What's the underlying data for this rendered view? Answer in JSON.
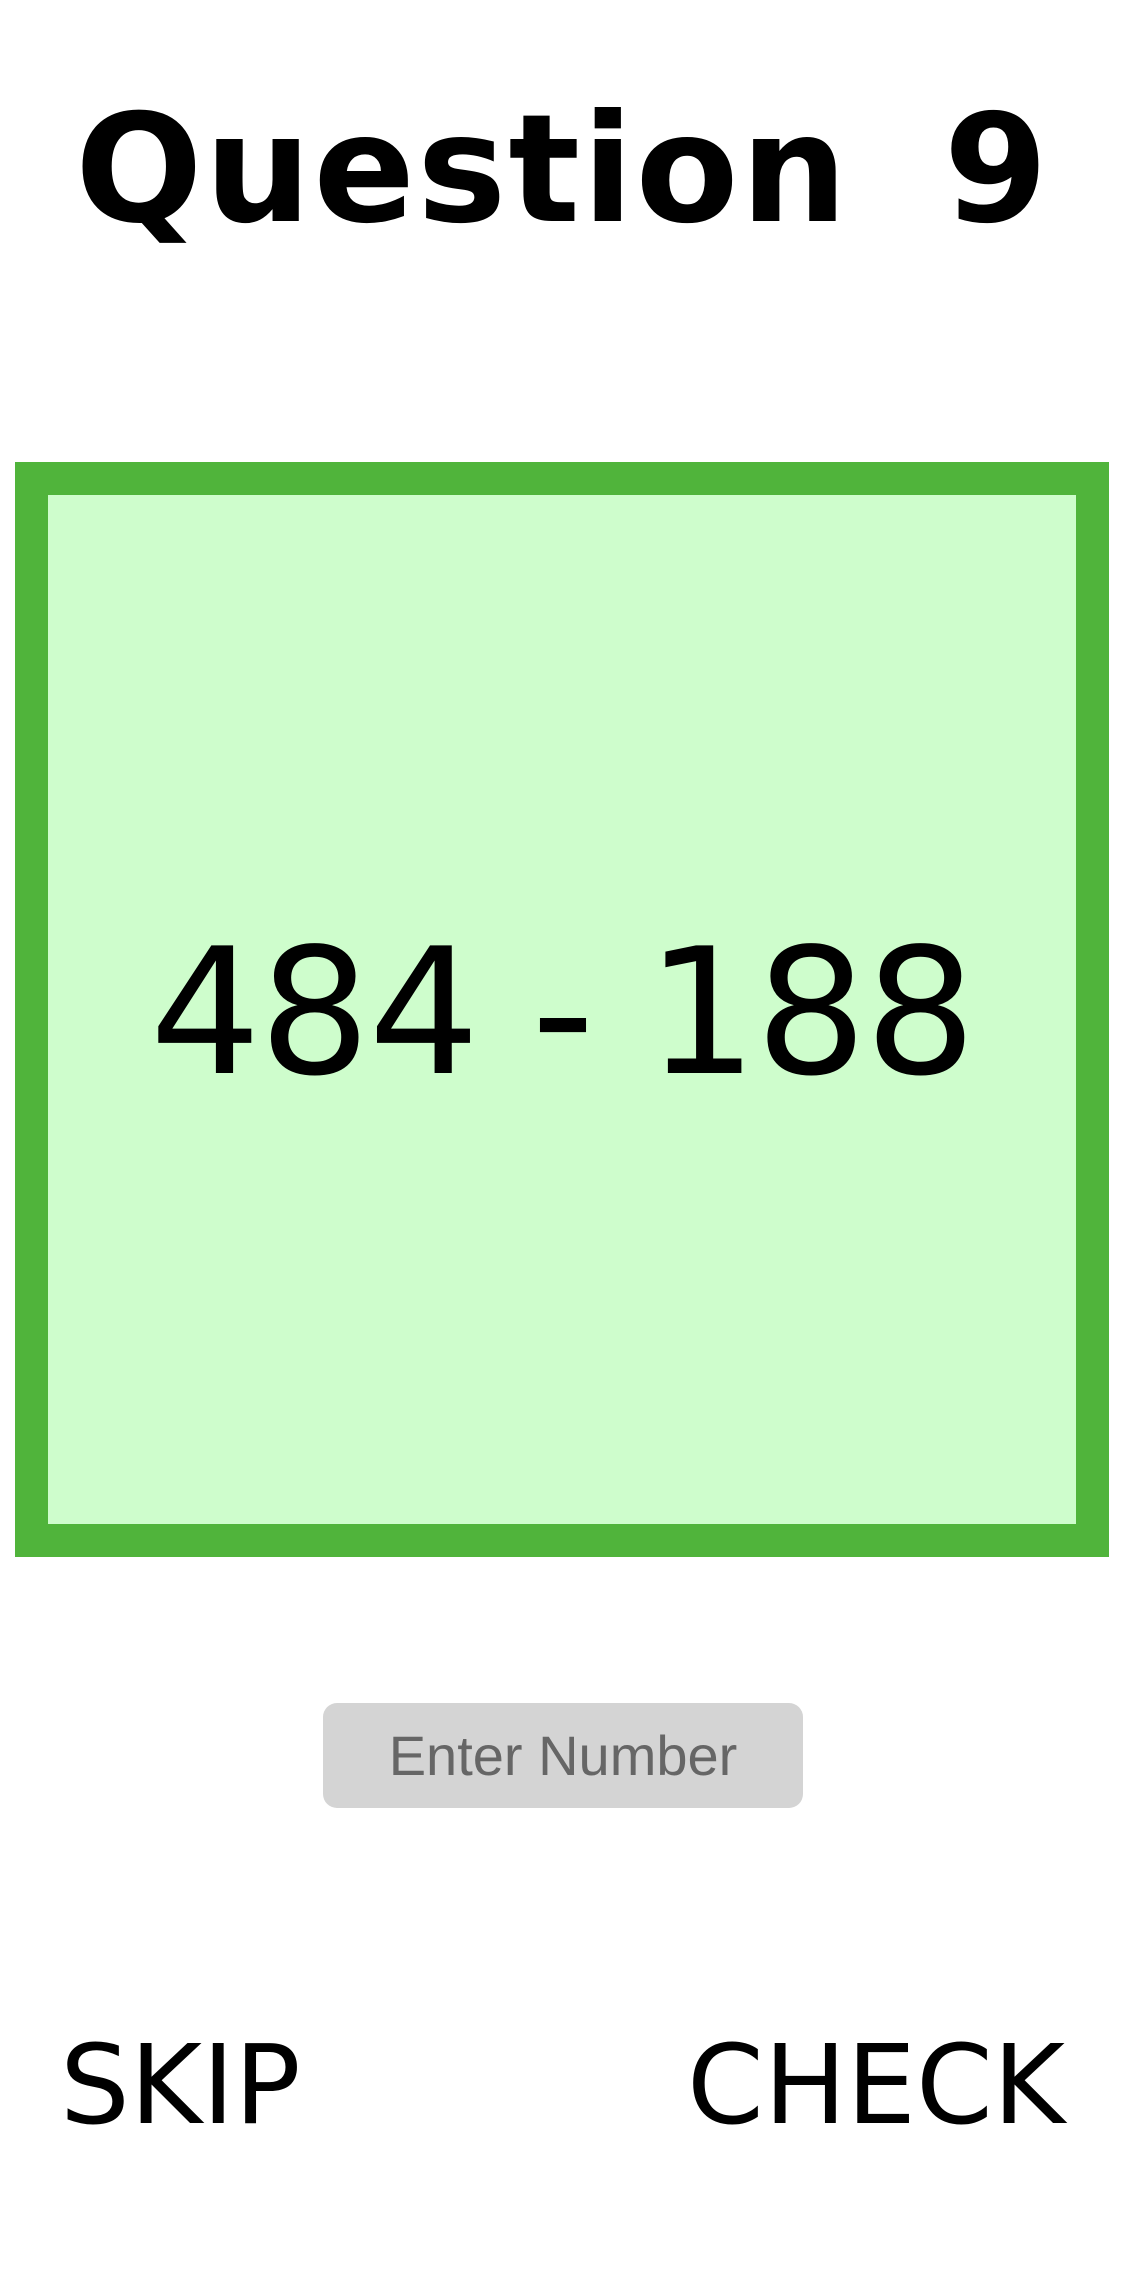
{
  "header": {
    "title": "Question 9"
  },
  "question": {
    "expression": "484 - 188"
  },
  "answer": {
    "placeholder": "Enter Number",
    "value": ""
  },
  "actions": {
    "skip_label": "SKIP",
    "check_label": "CHECK"
  },
  "colors": {
    "box_border": "#50b43b",
    "box_fill": "#cefdcc",
    "input_fill": "#d4d4d4"
  }
}
